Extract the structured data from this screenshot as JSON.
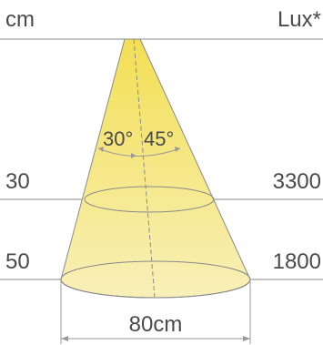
{
  "units": {
    "left": "cm",
    "right": "Lux*"
  },
  "beam": {
    "angle_a": "30°",
    "angle_b": "45°"
  },
  "levels": [
    {
      "distance": "30",
      "lux": "3300"
    },
    {
      "distance": "50",
      "lux": "1800"
    }
  ],
  "diameter": "80cm",
  "colors": {
    "beam_fill": "#f2e27a",
    "line": "#8a8a8a",
    "text": "#4a4a4a",
    "arrow": "#9a9a9a"
  }
}
